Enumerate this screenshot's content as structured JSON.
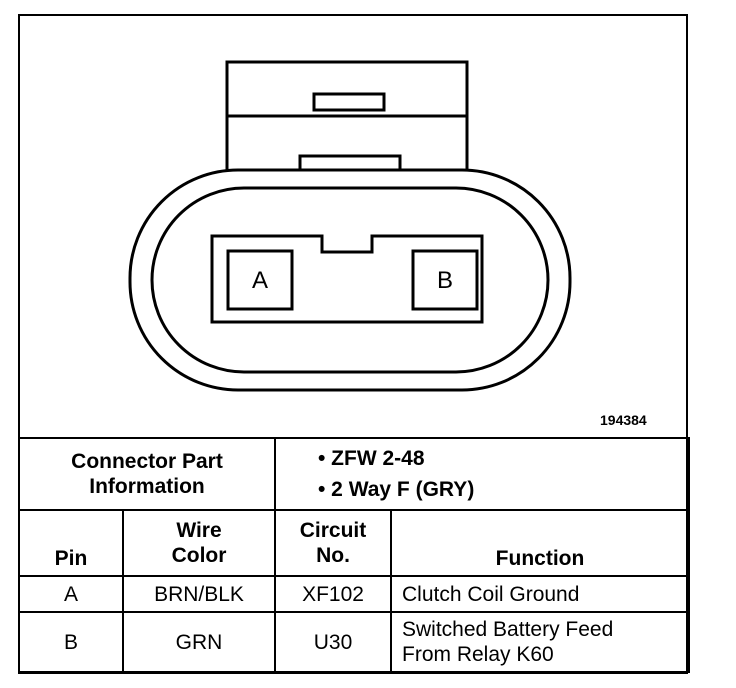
{
  "figure_number": "194384",
  "pins": [
    "A",
    "B"
  ],
  "connector_info": {
    "label_line1": "Connector Part",
    "label_line2": "Information",
    "items": [
      "• ZFW 2-48",
      "• 2 Way F (GRY)"
    ]
  },
  "table": {
    "headers": {
      "pin": "Pin",
      "wire_color_line1": "Wire",
      "wire_color_line2": "Color",
      "circuit_line1": "Circuit",
      "circuit_line2": "No.",
      "function": "Function"
    },
    "rows": [
      {
        "pin": "A",
        "wire_color": "BRN/BLK",
        "circuit": "XF102",
        "function_line1": "Clutch Coil Ground",
        "function_line2": ""
      },
      {
        "pin": "B",
        "wire_color": "GRN",
        "circuit": "U30",
        "function_line1": "Switched Battery Feed",
        "function_line2": "From Relay K60"
      }
    ]
  }
}
